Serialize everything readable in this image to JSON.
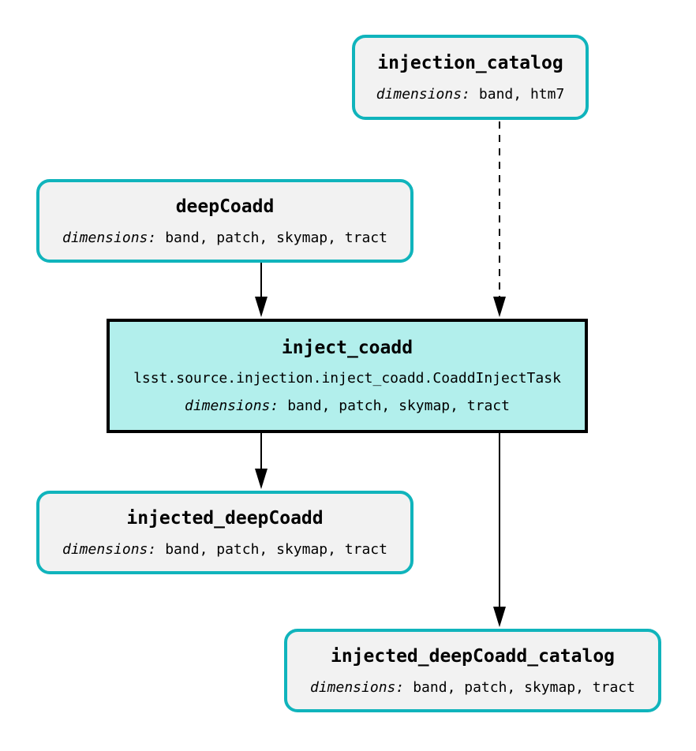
{
  "diagram": {
    "type": "pipeline-graph",
    "colors": {
      "background": "#ffffff",
      "dataset_border": "#10b4bc",
      "dataset_fill": "#f2f2f2",
      "task_border": "#000000",
      "task_fill": "#b2efec",
      "edge": "#000000"
    },
    "nodes": [
      {
        "id": "injection_catalog",
        "kind": "dataset",
        "title": "injection_catalog",
        "dimensions_label": "dimensions:",
        "dimensions": "band, htm7"
      },
      {
        "id": "deepCoadd",
        "kind": "dataset",
        "title": "deepCoadd",
        "dimensions_label": "dimensions:",
        "dimensions": "band, patch, skymap, tract"
      },
      {
        "id": "inject_coadd",
        "kind": "task",
        "title": "inject_coadd",
        "subtitle": "lsst.source.injection.inject_coadd.CoaddInjectTask",
        "dimensions_label": "dimensions:",
        "dimensions": "band, patch, skymap, tract"
      },
      {
        "id": "injected_deepCoadd",
        "kind": "dataset",
        "title": "injected_deepCoadd",
        "dimensions_label": "dimensions:",
        "dimensions": "band, patch, skymap, tract"
      },
      {
        "id": "injected_deepCoadd_catalog",
        "kind": "dataset",
        "title": "injected_deepCoadd_catalog",
        "dimensions_label": "dimensions:",
        "dimensions": "band, patch, skymap, tract"
      }
    ],
    "edges": [
      {
        "from": "injection_catalog",
        "to": "inject_coadd",
        "style": "dashed"
      },
      {
        "from": "deepCoadd",
        "to": "inject_coadd",
        "style": "solid"
      },
      {
        "from": "inject_coadd",
        "to": "injected_deepCoadd",
        "style": "solid"
      },
      {
        "from": "inject_coadd",
        "to": "injected_deepCoadd_catalog",
        "style": "solid"
      }
    ]
  }
}
